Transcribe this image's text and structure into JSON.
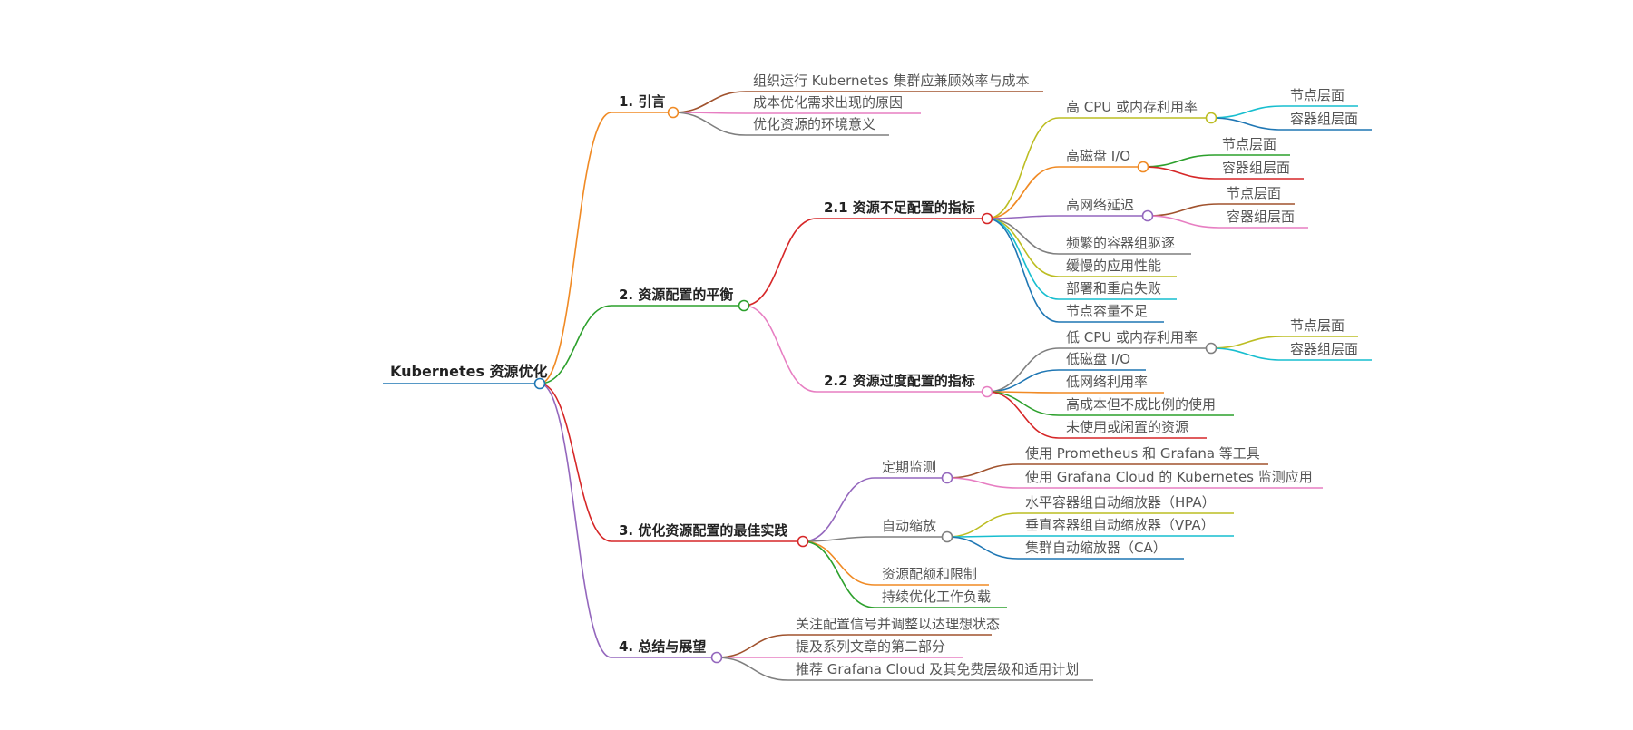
{
  "mindmap": {
    "root": {
      "label": "Kubernetes 资源优化",
      "children": [
        {
          "label": "1. 引言",
          "color": "#F08A24",
          "children": [
            {
              "label": "组织运行 Kubernetes 集群应兼顾效率与成本",
              "color": "#A0522D"
            },
            {
              "label": "成本优化需求出现的原因",
              "color": "#E77EC2"
            },
            {
              "label": "优化资源的环境意义",
              "color": "#7F7F7F"
            }
          ]
        },
        {
          "label": "2. 资源配置的平衡",
          "color": "#2CA02C",
          "children": [
            {
              "label": "2.1 资源不足配置的指标",
              "color": "#D62728",
              "children": [
                {
                  "label": "高 CPU 或内存利用率",
                  "color": "#BCBD22",
                  "children": [
                    {
                      "label": "节点层面",
                      "color": "#17BECF"
                    },
                    {
                      "label": "容器组层面",
                      "color": "#1F77B4"
                    }
                  ]
                },
                {
                  "label": "高磁盘 I/O",
                  "color": "#F08A24",
                  "children": [
                    {
                      "label": "节点层面",
                      "color": "#2CA02C"
                    },
                    {
                      "label": "容器组层面",
                      "color": "#D62728"
                    }
                  ]
                },
                {
                  "label": "高网络延迟",
                  "color": "#9467BD",
                  "children": [
                    {
                      "label": "节点层面",
                      "color": "#A0522D"
                    },
                    {
                      "label": "容器组层面",
                      "color": "#E77EC2"
                    }
                  ]
                },
                {
                  "label": "频繁的容器组驱逐",
                  "color": "#7F7F7F"
                },
                {
                  "label": "缓慢的应用性能",
                  "color": "#BCBD22"
                },
                {
                  "label": "部署和重启失败",
                  "color": "#17BECF"
                },
                {
                  "label": "节点容量不足",
                  "color": "#1F77B4"
                }
              ]
            },
            {
              "label": "2.2 资源过度配置的指标",
              "color": "#E77EC2",
              "children": [
                {
                  "label": "低 CPU 或内存利用率",
                  "color": "#7F7F7F",
                  "children": [
                    {
                      "label": "节点层面",
                      "color": "#BCBD22"
                    },
                    {
                      "label": "容器组层面",
                      "color": "#17BECF"
                    }
                  ]
                },
                {
                  "label": "低磁盘 I/O",
                  "color": "#1F77B4"
                },
                {
                  "label": "低网络利用率",
                  "color": "#F08A24"
                },
                {
                  "label": "高成本但不成比例的使用",
                  "color": "#2CA02C"
                },
                {
                  "label": "未使用或闲置的资源",
                  "color": "#D62728"
                }
              ]
            }
          ]
        },
        {
          "label": "3. 优化资源配置的最佳实践",
          "color": "#D62728",
          "children": [
            {
              "label": "定期监测",
              "color": "#9467BD",
              "children": [
                {
                  "label": "使用 Prometheus 和 Grafana 等工具",
                  "color": "#A0522D"
                },
                {
                  "label": "使用 Grafana Cloud 的 Kubernetes 监测应用",
                  "color": "#E77EC2"
                }
              ]
            },
            {
              "label": "自动缩放",
              "color": "#7F7F7F",
              "children": [
                {
                  "label": "水平容器组自动缩放器（HPA）",
                  "color": "#BCBD22"
                },
                {
                  "label": "垂直容器组自动缩放器（VPA）",
                  "color": "#17BECF"
                },
                {
                  "label": "集群自动缩放器（CA）",
                  "color": "#1F77B4"
                }
              ]
            },
            {
              "label": "资源配额和限制",
              "color": "#F08A24"
            },
            {
              "label": "持续优化工作负载",
              "color": "#2CA02C"
            }
          ]
        },
        {
          "label": "4. 总结与展望",
          "color": "#9467BD",
          "children": [
            {
              "label": "关注配置信号并调整以达理想状态",
              "color": "#A0522D"
            },
            {
              "label": "提及系列文章的第二部分",
              "color": "#E77EC2"
            },
            {
              "label": "推荐 Grafana Cloud 及其免费层级和适用计划",
              "color": "#7F7F7F"
            }
          ]
        }
      ]
    }
  },
  "colors": {
    "root_underline": "#1F77B4",
    "root_circle": "#1F77B4"
  }
}
